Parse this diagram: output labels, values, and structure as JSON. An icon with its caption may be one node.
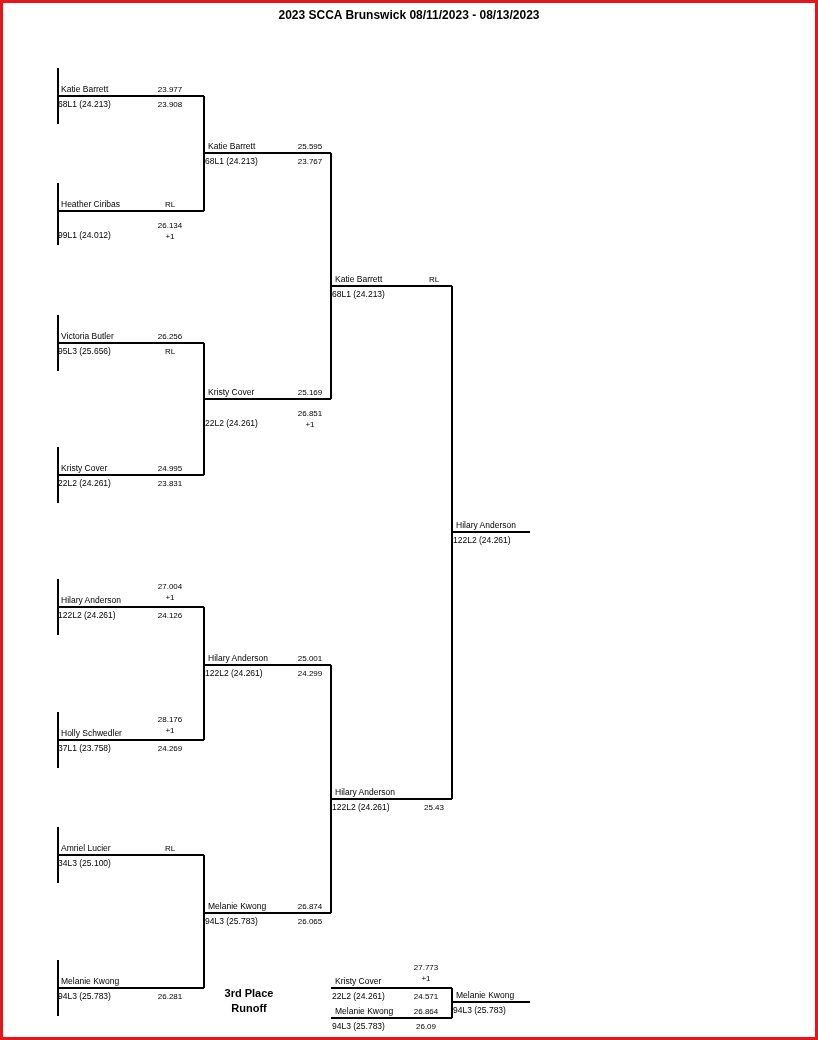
{
  "diagram": {
    "title": "2023 SCCA Brunswick 08/11/2023 - 08/13/2023",
    "nodes": [
      {
        "text": [
          "Katie Barrett",
          "23.977",
          "68L1 (24.213)",
          "23.908"
        ]
      },
      {
        "text": [
          "Heather Ciribas",
          "RL",
          "99L1 (24.012)",
          "26.134 +1"
        ]
      },
      {
        "text": [
          "Victoria Butler",
          "26.256",
          "95L3 (25.656)",
          "RL"
        ]
      },
      {
        "text": [
          "Kristy Cover",
          "24.995",
          "22L2 (24.261)",
          "23.831"
        ]
      },
      {
        "text": [
          "Hilary Anderson",
          "27.004 +1",
          "122L2 (24.261)",
          "24.126"
        ]
      },
      {
        "text": [
          "Holly Schwedler",
          "28.176 +1",
          "37L1 (23.758)",
          "24.269"
        ]
      },
      {
        "text": [
          "Amriel Lucier",
          "RL",
          "34L3 (25.100)"
        ]
      },
      {
        "text": [
          "Melanie Kwong",
          "94L3 (25.783)",
          "26.281"
        ]
      },
      {
        "text": [
          "Katie Barrett",
          "25.595",
          "68L1 (24.213)",
          "23.767"
        ]
      },
      {
        "text": [
          "Kristy Cover",
          "25.169",
          "22L2 (24.261)",
          "26.851 +1"
        ]
      },
      {
        "text": [
          "Hilary Anderson",
          "25.001",
          "122L2 (24.261)",
          "24.299"
        ]
      },
      {
        "text": [
          "Melanie Kwong",
          "26.874",
          "94L3 (25.783)",
          "26.065"
        ]
      },
      {
        "text": [
          "Katie Barrett",
          "RL",
          "68L1 (24.213)"
        ]
      },
      {
        "text": [
          "Hilary Anderson",
          "122L2 (24.261)",
          "25.43"
        ]
      },
      {
        "text": [
          "Hilary Anderson",
          "122L2 (24.261)"
        ]
      },
      {
        "text": [
          "Kristy Cover",
          "27.773 +1",
          "22L2 (24.261)",
          "24.571"
        ]
      },
      {
        "text": [
          "Melanie Kwong",
          "26.864",
          "94L3 (25.783)",
          "26.09"
        ]
      },
      {
        "text": [
          "Melanie Kwong",
          "94L3 (25.783)"
        ]
      }
    ],
    "edges": [
      {
        "from": 0,
        "to": 8,
        "arrow": "none"
      },
      {
        "from": 1,
        "to": 8,
        "arrow": "none"
      },
      {
        "from": 2,
        "to": 9,
        "arrow": "none"
      },
      {
        "from": 3,
        "to": 9,
        "arrow": "none"
      },
      {
        "from": 4,
        "to": 10,
        "arrow": "none"
      },
      {
        "from": 5,
        "to": 10,
        "arrow": "none"
      },
      {
        "from": 6,
        "to": 11,
        "arrow": "none"
      },
      {
        "from": 7,
        "to": 11,
        "arrow": "none"
      },
      {
        "from": 8,
        "to": 12,
        "arrow": "none"
      },
      {
        "from": 9,
        "to": 12,
        "arrow": "none"
      },
      {
        "from": 10,
        "to": 13,
        "arrow": "none"
      },
      {
        "from": 11,
        "to": 13,
        "arrow": "none"
      },
      {
        "from": 12,
        "to": 14,
        "arrow": "none"
      },
      {
        "from": 13,
        "to": 14,
        "arrow": "none"
      },
      {
        "from": 15,
        "to": 17,
        "arrow": "none"
      },
      {
        "from": 16,
        "to": 17,
        "arrow": "none"
      }
    ],
    "labels": [
      "3rd Place Runoff"
    ]
  }
}
